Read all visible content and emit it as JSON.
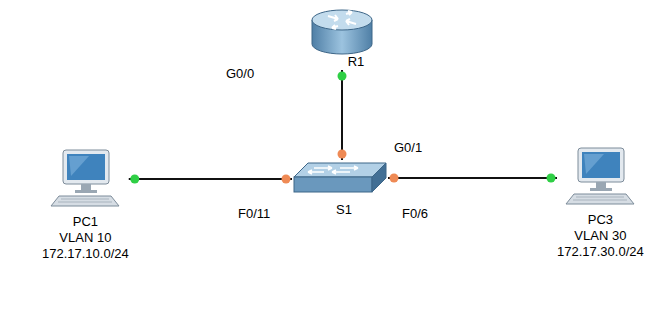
{
  "diagram": {
    "nodes": [
      {
        "text": [
          "R1"
        ]
      },
      {
        "text": [
          "PC1",
          "VLAN 10",
          "172.17.10.0/24"
        ]
      },
      {
        "text": [
          "S1"
        ]
      },
      {
        "text": [
          "PC3",
          "VLAN 30",
          "172.17.30.0/24"
        ]
      }
    ],
    "edges": [
      {
        "from": 0,
        "to": 2,
        "arrow": "none"
      },
      {
        "from": 1,
        "to": 2,
        "arrow": "none"
      },
      {
        "from": 2,
        "to": 3,
        "arrow": "none"
      }
    ],
    "labels": [
      "G0/0",
      "G0/1",
      "F0/11",
      "F0/6"
    ]
  }
}
